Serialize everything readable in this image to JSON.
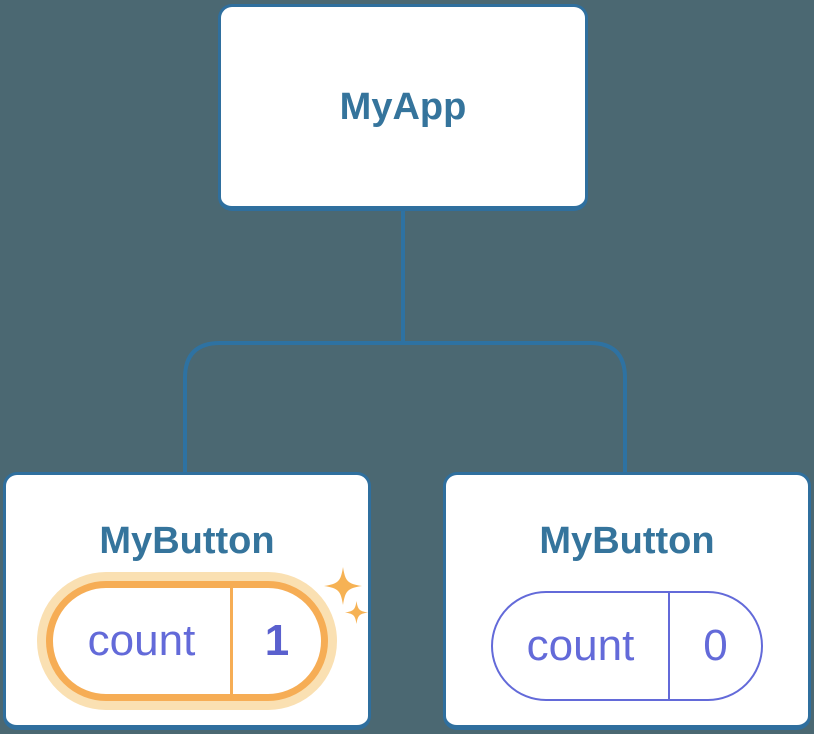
{
  "diagram": {
    "description": "React component tree diagram: parent component with two child components holding independent state",
    "colors": {
      "background": "#4B6872",
      "connector_line": "#2E72A2",
      "card_border": "#2F6F9E",
      "card_fill": "#FFFFFF",
      "component_name_text": "#35749C",
      "state_purple": "#636AD9",
      "state_value_bold": "#5A60CE",
      "highlight_orange": "#F6AD55",
      "highlight_halo": "#FAE0B2",
      "sparkle": "#F6B254"
    },
    "root": {
      "label": "MyApp"
    },
    "children": [
      {
        "label": "MyButton",
        "state": {
          "key": "count",
          "value": "1"
        },
        "highlighted": true
      },
      {
        "label": "MyButton",
        "state": {
          "key": "count",
          "value": "0"
        },
        "highlighted": false
      }
    ]
  }
}
